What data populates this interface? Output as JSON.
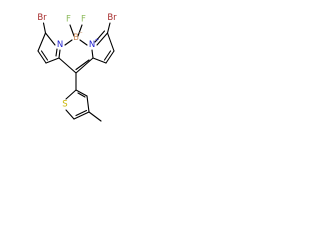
{
  "molecule": {
    "atoms": {
      "br_left": {
        "text": "Br",
        "color": "#a52a2a"
      },
      "br_right": {
        "text": "Br",
        "color": "#a52a2a"
      },
      "f_left": {
        "text": "F",
        "color": "#8fbc5f"
      },
      "f_right": {
        "text": "F",
        "color": "#8fbc5f"
      },
      "boron": {
        "text": "B",
        "color": "#c58a5c"
      },
      "boron_charge": {
        "text": "−",
        "color": "#c58a5c"
      },
      "n_left": {
        "text": "N",
        "color": "#2020d0"
      },
      "n_right": {
        "text": "N",
        "color": "#2020d0"
      },
      "n_right_charge": {
        "text": "+",
        "color": "#2020d0"
      },
      "sulfur": {
        "text": "S",
        "color": "#c8b400"
      }
    }
  }
}
